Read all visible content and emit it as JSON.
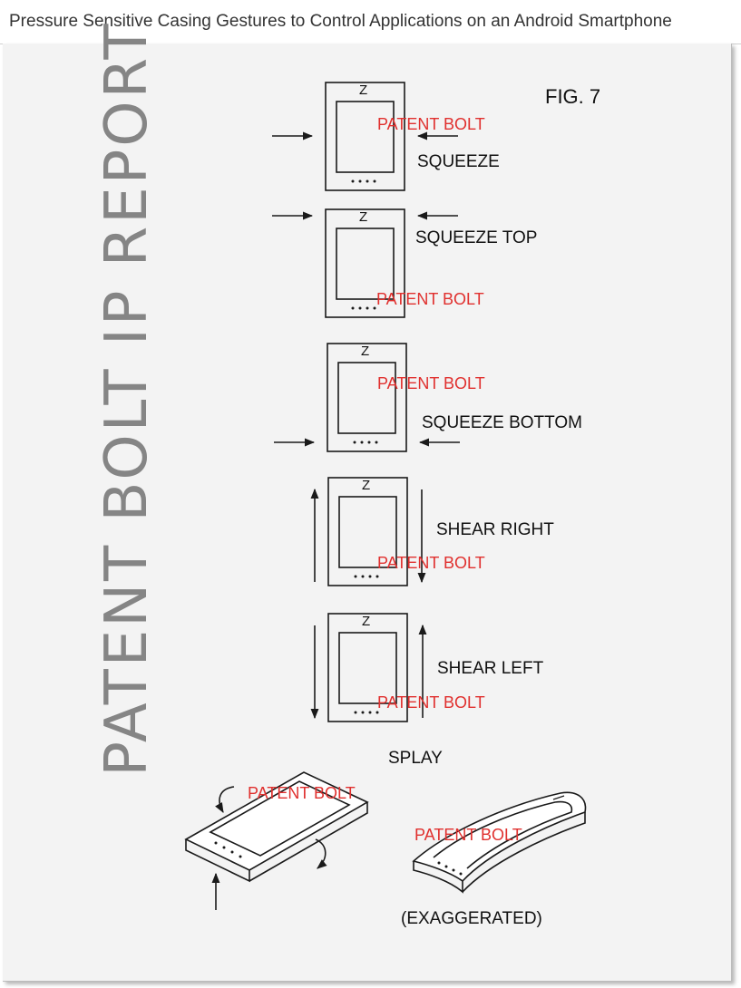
{
  "header": {
    "title": "Pressure Sensitive Casing Gestures to Control Applications on an Android Smartphone"
  },
  "side_text": "PATENT BOLT IP REPORT",
  "figure": {
    "label": "FIG. 7",
    "phone_mark": "Z",
    "gestures": {
      "squeeze": "SQUEEZE",
      "squeeze_top": "SQUEEZE TOP",
      "squeeze_bottom": "SQUEEZE BOTTOM",
      "shear_right": "SHEAR RIGHT",
      "shear_left": "SHEAR LEFT",
      "splay": "SPLAY",
      "exaggerated": "(EXAGGERATED)"
    }
  },
  "watermark": {
    "text": "PATENT BOLT",
    "partial": "PATENT BOLT",
    "color": "#e0302e"
  }
}
